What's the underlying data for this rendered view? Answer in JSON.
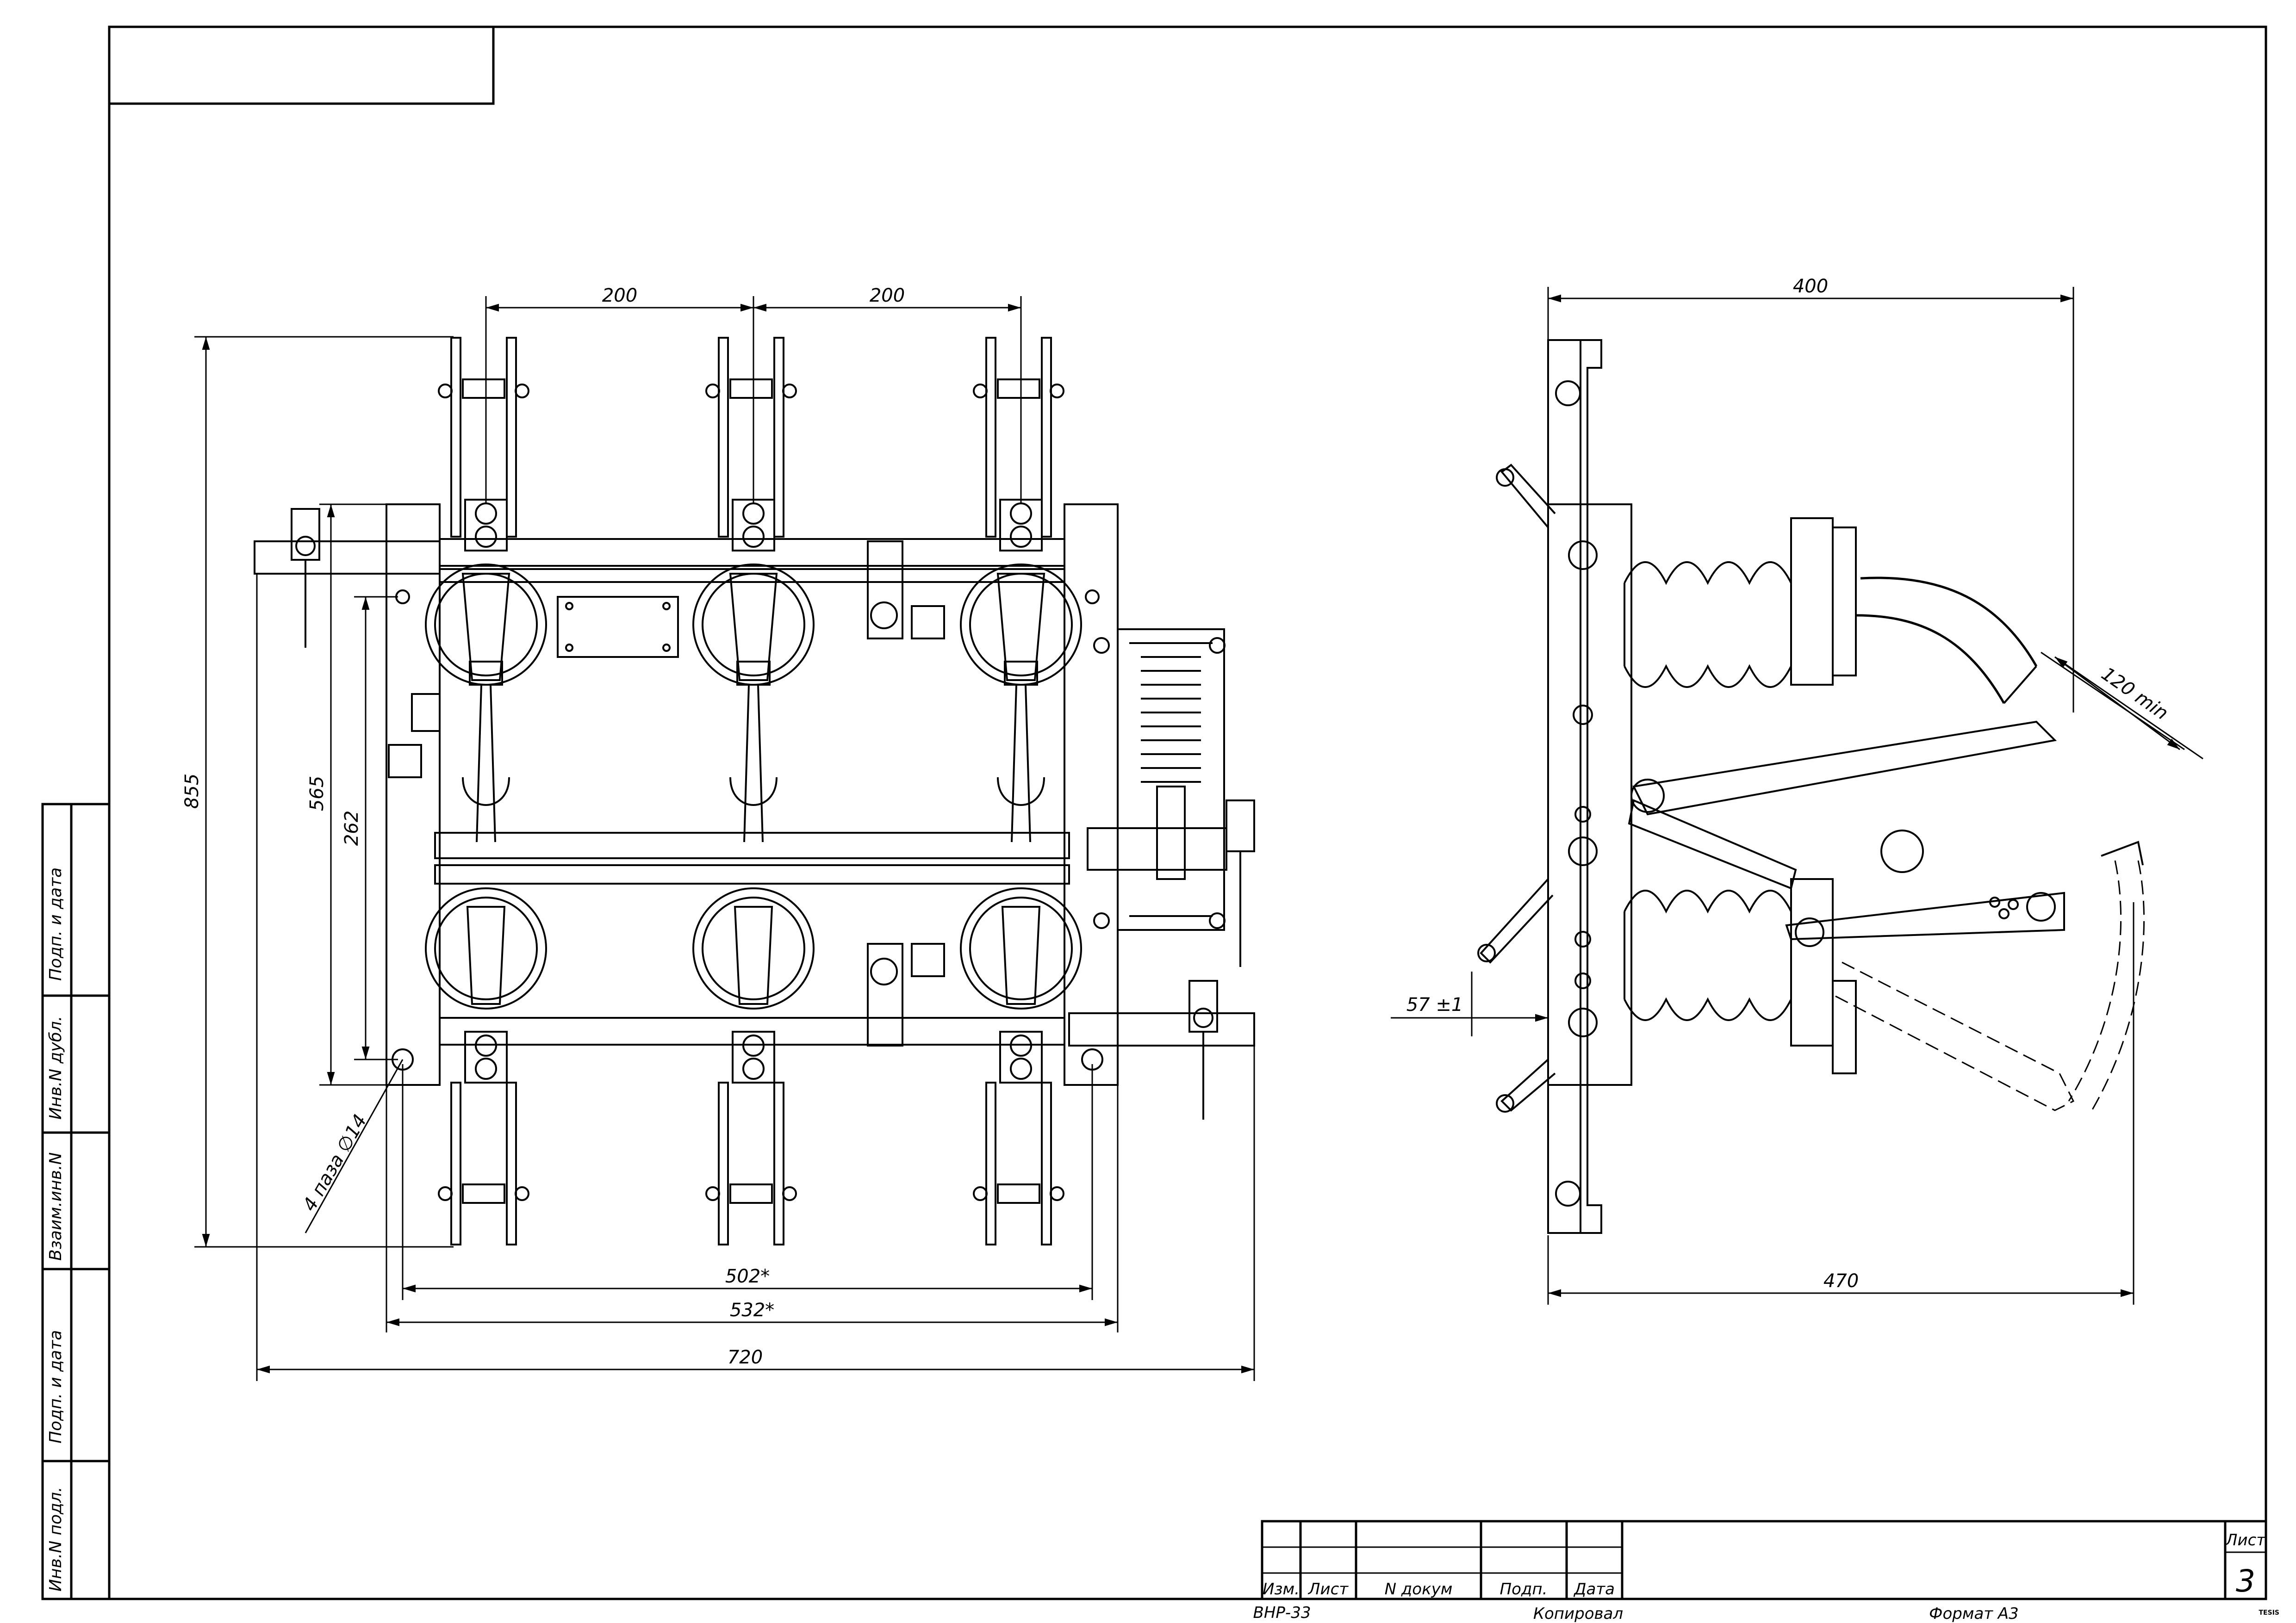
{
  "dimensions": {
    "front": {
      "pole_spacing_1": "200",
      "pole_spacing_2": "200",
      "total_height": "855",
      "mount_height": "565",
      "inner_height": "262",
      "mount_slots": "4 паза ∅14",
      "mount_width_1": "502*",
      "mount_width_2": "532*",
      "overall_width": "720"
    },
    "side": {
      "top_width": "400",
      "blade_clearance": "120 min",
      "offset": "57 ±1",
      "bottom_width": "470"
    }
  },
  "side_stamps": [
    "Подп. и дата",
    "Инв.N дубл.",
    "Взаим.инв.N",
    "Подп. и дата",
    "Инв.N подл."
  ],
  "title_block": {
    "col_izm": "Изм.",
    "col_list": "Лист",
    "col_doc": "N докум",
    "col_sign": "Подп.",
    "col_date": "Дата",
    "sheet_label": "Лист",
    "sheet_number": "3",
    "designation": "ВНР-33",
    "copied": "Копировал",
    "format": "Формат А3",
    "brand": "TESIS"
  }
}
